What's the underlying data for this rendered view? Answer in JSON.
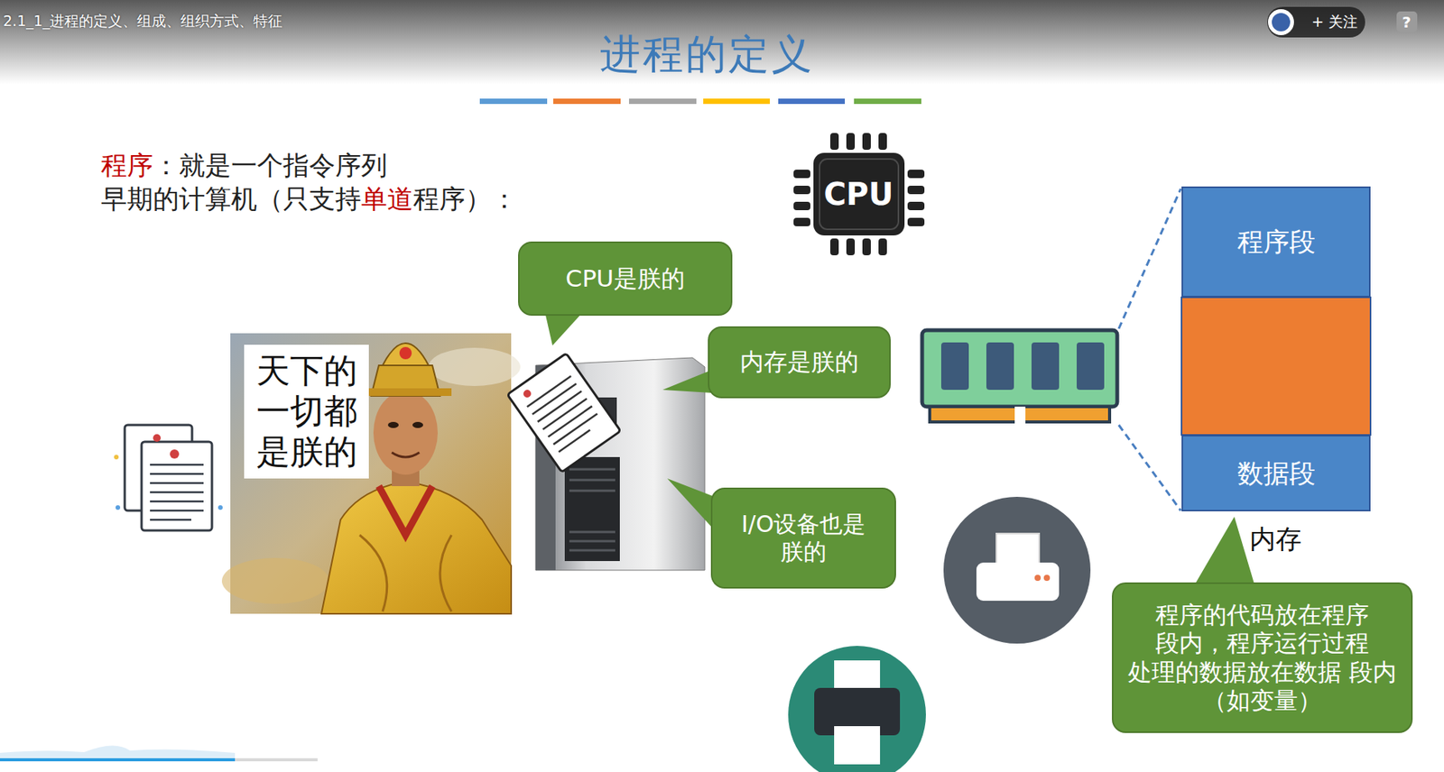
{
  "diagram": {
    "title": "进程的定义",
    "nodes": [
      {
        "text": [
          "CPU是朕的"
        ]
      },
      {
        "text": [
          "天下的 一切都 是朕的"
        ]
      },
      {
        "text": [
          "内存是朕的"
        ]
      },
      {
        "text": [
          "I/O设备也是 朕的"
        ]
      },
      {
        "text": [
          "程序段"
        ]
      },
      {
        "text": [
          "数据段"
        ]
      },
      {
        "text": [
          "程序的代码放在程序 段内，程序运行过程 处理的数据放在数据 段内（如变量）"
        ]
      }
    ],
    "labels": [
      "2.1_1_进程的定义、组成、组织方式、特征",
      "+ 关注",
      "?",
      "程序",
      "：就是一个指令序列",
      "早期的计算机（只支持",
      "单道",
      "程序）：",
      "CPU",
      "内存"
    ]
  }
}
